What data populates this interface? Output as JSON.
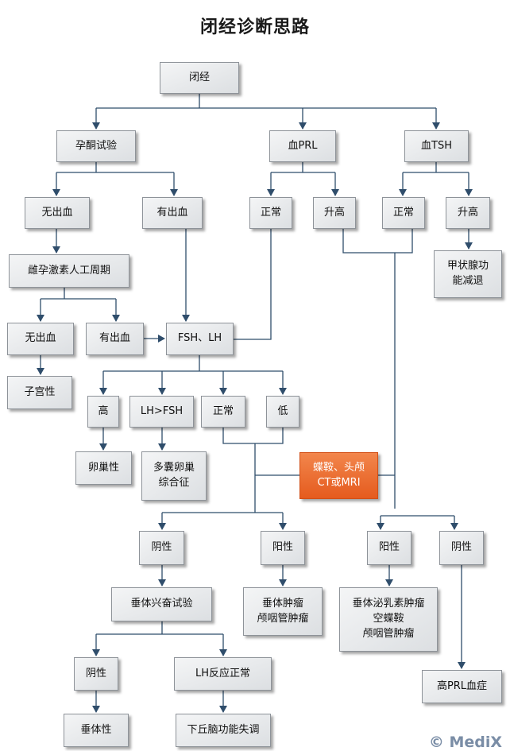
{
  "title": "闭经诊断思路",
  "nodes": {
    "amenorrhea": "闭经",
    "progesterone_test": "孕酮试验",
    "prl": "血PRL",
    "tsh": "血TSH",
    "no_bleeding_1": "无出血",
    "bleeding_1": "有出血",
    "prl_normal": "正常",
    "prl_high": "升高",
    "tsh_normal": "正常",
    "tsh_high": "升高",
    "estrogen_cycle": "雌孕激素人工周期",
    "hypothyroid": "甲状腺功\n能减退",
    "no_bleeding_2": "无出血",
    "bleeding_2": "有出血",
    "fsh_lh": "FSH、LH",
    "uterine": "子宫性",
    "high": "高",
    "lh_fsh": "LH>FSH",
    "normal": "正常",
    "low": "低",
    "ovarian": "卵巢性",
    "pcos": "多囊卵巢\n综合征",
    "imaging": "蝶鞍、头颅\nCT或MRI",
    "neg_1": "阴性",
    "pos_1": "阳性",
    "pos_2": "阳性",
    "neg_2": "阴性",
    "gnrh_test": "垂体兴奋试验",
    "pituitary_tumor": "垂体肿瘤\n颅咽管肿瘤",
    "prolactinoma": "垂体泌乳素肿瘤\n空蝶鞍\n颅咽管肿瘤",
    "neg_3": "阴性",
    "lh_normal": "LH反应正常",
    "hyperprolactinemia": "高PRL血症",
    "pituitary": "垂体性",
    "hypothalamic": "下丘脑功能失调"
  },
  "watermark": "© MediX"
}
